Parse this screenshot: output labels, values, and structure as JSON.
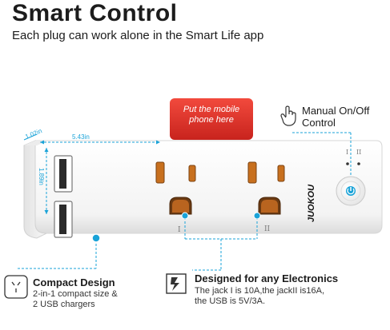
{
  "header": {
    "title": "Smart Control",
    "subtitle": "Each plug can work alone in the Smart Life app"
  },
  "phone_card": {
    "line1": "Put the mobile",
    "line2": "phone here"
  },
  "manual_control": {
    "line1": "Manual On/Off",
    "line2": "Control"
  },
  "dimensions": {
    "depth": "1.02in",
    "width": "5.43in",
    "height": "1.89in"
  },
  "socket_labels": {
    "first": "I",
    "second": "II",
    "indicator_first": "I",
    "indicator_second": "II"
  },
  "brand": "JUOKOU",
  "electronics": {
    "title": "Designed for any Electronics",
    "line1": "The jack I is 10A,the jackII is16A,",
    "line2": "the USB is 5V/3A."
  },
  "compact": {
    "title": "Compact Design",
    "line1": "2-in-1 compact size &",
    "line2": "2 USB chargers"
  },
  "colors": {
    "accent": "#1aa3d8",
    "red_card": "#e8332e",
    "body": "#f6f6f6",
    "outlet_slot": "#c8701e"
  }
}
